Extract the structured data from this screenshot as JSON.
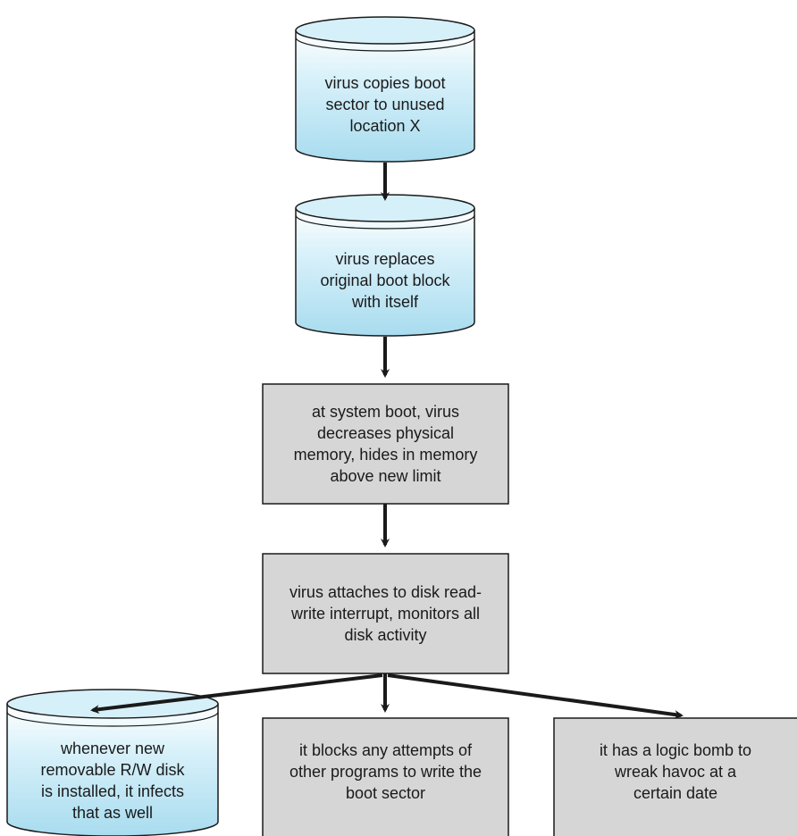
{
  "colors": {
    "cylinder_fill": "#bfe6f3",
    "cylinder_top": "#d6f0f9",
    "box_fill": "#d6d6d6",
    "stroke": "#1a1a1a",
    "arrow": "#1a1a1a"
  },
  "nodes": {
    "copy_boot": {
      "shape": "cylinder",
      "lines": [
        "virus copies boot",
        "sector to unused",
        "location X"
      ]
    },
    "replace_boot": {
      "shape": "cylinder",
      "lines": [
        "virus replaces",
        "original boot block",
        "with itself"
      ]
    },
    "system_boot": {
      "shape": "box",
      "lines": [
        "at system boot, virus",
        "decreases physical",
        "memory, hides in memory",
        "above new limit"
      ]
    },
    "attach_interrupt": {
      "shape": "box",
      "lines": [
        "virus attaches to disk read-",
        "write interrupt, monitors all",
        "disk activity"
      ]
    },
    "infect_disk": {
      "shape": "cylinder",
      "lines": [
        "whenever new",
        "removable R/W disk",
        "is installed, it infects",
        "that as well"
      ]
    },
    "block_writes": {
      "shape": "box",
      "lines": [
        "it blocks any attempts of",
        "other programs to write the",
        "boot sector"
      ]
    },
    "logic_bomb": {
      "shape": "box",
      "lines": [
        "it has a logic bomb to",
        "wreak havoc at a",
        "certain date"
      ]
    }
  }
}
